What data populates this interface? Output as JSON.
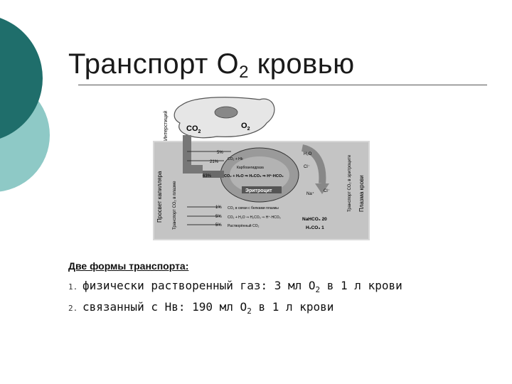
{
  "slide": {
    "title_prefix": "Транспорт O",
    "title_sub": "2",
    "title_suffix": " кровью"
  },
  "diagram": {
    "interstitium": "Интерстиций",
    "co2": "CO",
    "co2_sub": "2",
    "o2": "O",
    "o2_sub": "2",
    "capillary_lumen": "Просвет капилляра",
    "co2_transport_plasma": "Транспорт СО₂ в плазме",
    "co2_transport_erythrocyte": "Транспорт СО₂ в эритроците",
    "plasma": "Плазма крови",
    "erythrocyte": "Эритроцит",
    "carbonic_anhydrase": "Карбоангидраза",
    "pct_5a": "5%",
    "pct_21": "21%",
    "pct_63": "63%",
    "pct_1": "1%",
    "pct_5b": "5%",
    "pct_5c": "5%",
    "eq_hb": "CO₂ + Hb",
    "eq_main": "CO₂ + H₂O ⇒ H₂CO₃ ⇒ H⁺·HCO₃",
    "eq_plasma_protein": "CO₂ в связи с белками плазмы",
    "eq_plasma_h2o": "CO₂ + H₂O ⇒ H₂CO₃ ⇒ H⁺·HCO₃",
    "dissolved_co2": "Растворённый CO₂",
    "h2o": "H₂O",
    "cl": "Cl⁻",
    "cl2": "Cl⁻",
    "na": "Na⁺",
    "nahco3": "NaHCO₃ 20",
    "h2co3": "H₂CO₃ 1"
  },
  "transport": {
    "heading": "Две формы транспорта:",
    "items": [
      {
        "num": "1.",
        "pre": "физически растворенный газ: 3 мл O",
        "sub": "2",
        "post": " в 1 л крови"
      },
      {
        "num": "2.",
        "pre": "связанный с Нв: 190 мл O",
        "sub": "2",
        "post": " в 1 л крови"
      }
    ]
  },
  "colors": {
    "teal_dark": "#1f6e6b",
    "teal_light": "#8ec9c6"
  }
}
